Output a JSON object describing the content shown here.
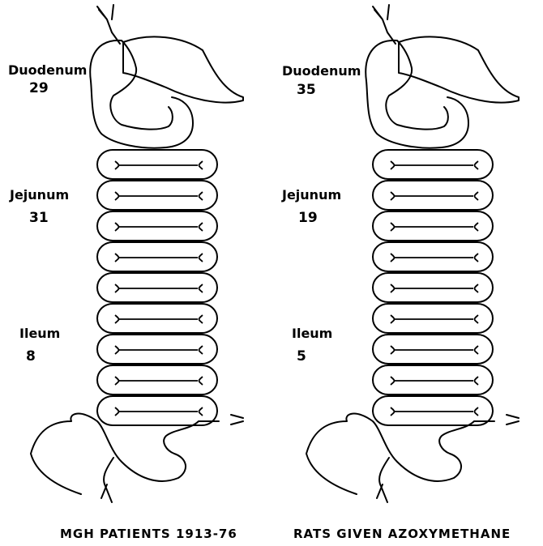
{
  "panels": [
    {
      "caption": "MGH PATIENTS 1913-76",
      "segments": [
        {
          "name": "Duodenum",
          "count": "29"
        },
        {
          "name": "Jejunum",
          "count": "31"
        },
        {
          "name": "Ileum",
          "count": "8"
        }
      ]
    },
    {
      "caption": "RATS GIVEN AZOXYMETHANE",
      "segments": [
        {
          "name": "Duodenum",
          "count": "35"
        },
        {
          "name": "Jejunum",
          "count": "19"
        },
        {
          "name": "Ileum",
          "count": "5"
        }
      ]
    }
  ],
  "colors": {
    "ink": "#000000",
    "paper": "#ffffff"
  }
}
